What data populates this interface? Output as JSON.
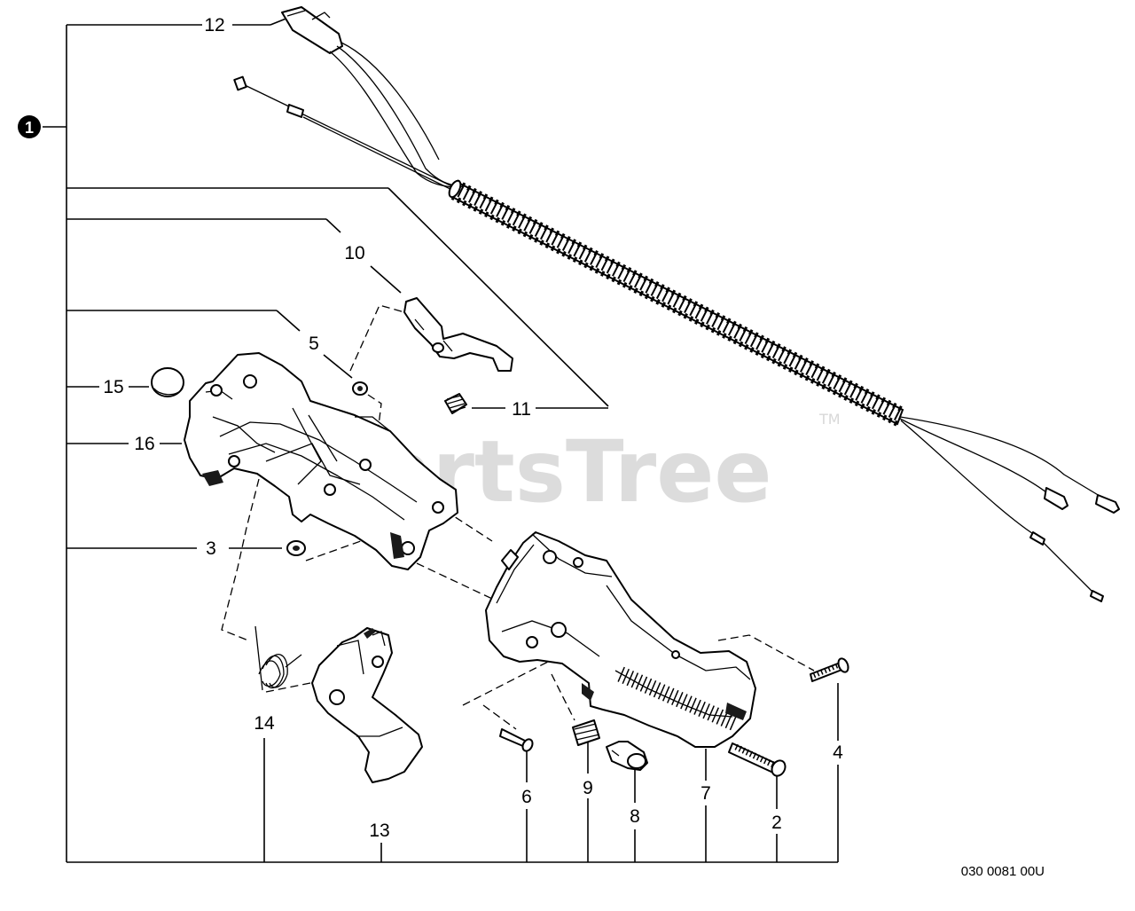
{
  "watermark": "PartsTree",
  "trademark": "TM",
  "drawing_code": "030 0081 00U",
  "assembly_label": "1",
  "part_labels": {
    "p2": "2",
    "p3": "3",
    "p4": "4",
    "p5": "5",
    "p6": "6",
    "p7": "7",
    "p8": "8",
    "p9": "9",
    "p10": "10",
    "p11": "11",
    "p12": "12",
    "p13": "13",
    "p14": "14",
    "p15": "15",
    "p16": "16"
  }
}
